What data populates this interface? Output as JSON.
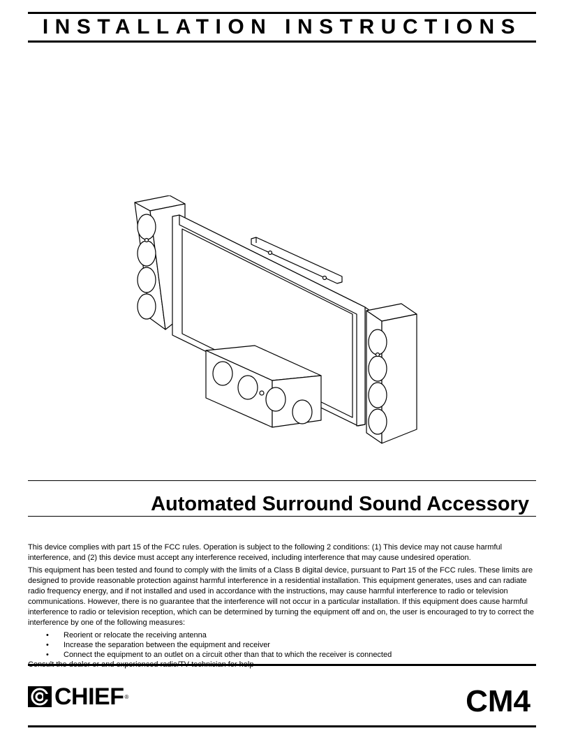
{
  "header": {
    "title": "INSTALLATION INSTRUCTIONS"
  },
  "product": {
    "title": "Automated Surround Sound Accessory"
  },
  "body": {
    "fcc_statement": "This device complies with part 15 of the FCC rules. Operation is subject to the following 2 conditions: (1) This device may not cause harmful interference, and (2) this device must accept any interference received, including interference that may cause undesired operation.",
    "class_b_statement": "This equipment has been tested and found to comply with the limits of a Class B digital device, pursuant to Part 15 of the FCC rules. These limits are designed to provide reasonable protection against harmful interference in a residential installation. This equipment generates, uses and can radiate radio frequency energy, and if not installed and used in accordance with the instructions, may cause harmful interference to radio or television communications. However, there is no guarantee that the interference will not occur in a particular installation. If this equipment does cause harmful interference to radio or television reception, which can be determined by turning the equipment off and on, the user is encouraged to try to correct the interference by one of the following measures:",
    "bullet_glyph": "•",
    "measures": [
      "Reorient or relocate the receiving antenna",
      "Increase the separation between the equipment and receiver",
      "Connect the equipment to an outlet on a circuit other than that to which the receiver is connected"
    ],
    "consult": "Consult the dealer or and experienced radio/TV technician for help"
  },
  "footer": {
    "brand": "CHIEF",
    "registered": "®",
    "model": "CM4",
    "logo_icon": "chief-logo-icon"
  }
}
